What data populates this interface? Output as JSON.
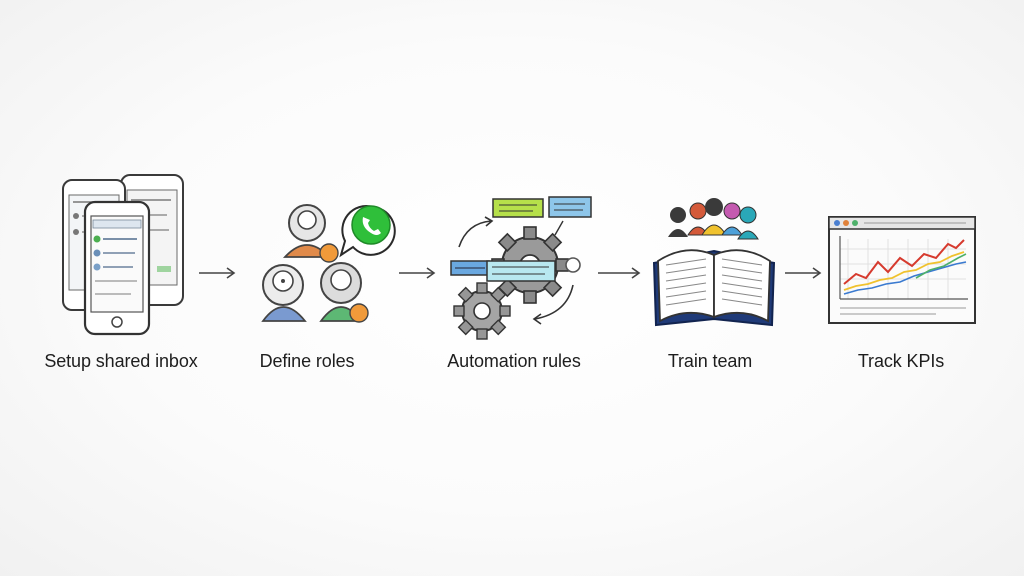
{
  "steps": [
    {
      "label": "Setup shared inbox",
      "icon": "phones-icon"
    },
    {
      "label": "Define roles",
      "icon": "people-roles-icon"
    },
    {
      "label": "Automation rules",
      "icon": "gears-icon"
    },
    {
      "label": "Train team",
      "icon": "book-team-icon"
    },
    {
      "label": "Track KPIs",
      "icon": "chart-window-icon"
    }
  ],
  "colors": {
    "ink": "#3a3a3a",
    "whatsapp": "#2fbf3a",
    "orange": "#e0823a",
    "blue": "#5a8fd6",
    "green": "#4db06a",
    "red": "#d63a2e",
    "yellow": "#f0c22e",
    "navy": "#1f3a78"
  }
}
